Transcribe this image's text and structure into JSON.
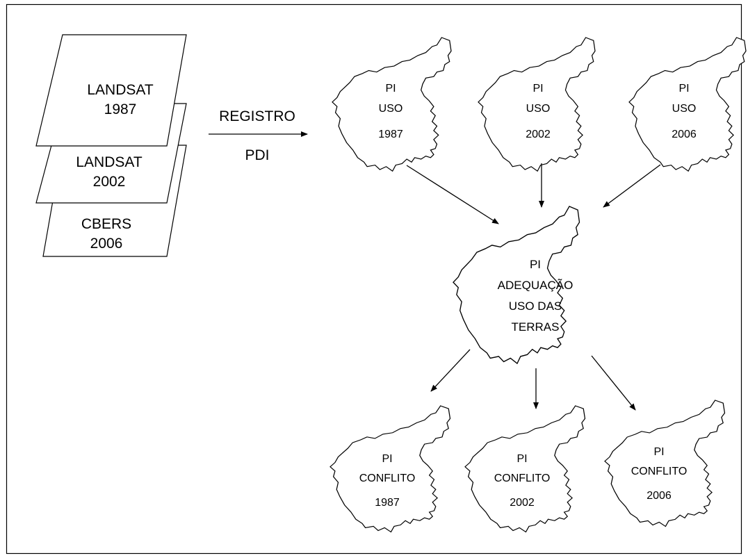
{
  "flow": {
    "register_label": "REGISTRO",
    "pdi_label": "PDI"
  },
  "satellite_stack": [
    {
      "name": "LANDSAT",
      "year": "1987"
    },
    {
      "name": "LANDSAT",
      "year": "2002"
    },
    {
      "name": "CBERS",
      "year": "2006"
    }
  ],
  "use_maps": [
    {
      "pi": "PI",
      "label": "USO",
      "year": "1987"
    },
    {
      "pi": "PI",
      "label": "USO",
      "year": "2002"
    },
    {
      "pi": "PI",
      "label": "USO",
      "year": "2006"
    }
  ],
  "adequacy_map": {
    "pi": "PI",
    "line1": "ADEQUAÇÃO",
    "line2": "USO DAS",
    "line3": "TERRAS"
  },
  "conflict_maps": [
    {
      "pi": "PI",
      "label": "CONFLITO",
      "year": "1987"
    },
    {
      "pi": "PI",
      "label": "CONFLITO",
      "year": "2002"
    },
    {
      "pi": "PI",
      "label": "CONFLITO",
      "year": "2006"
    }
  ]
}
